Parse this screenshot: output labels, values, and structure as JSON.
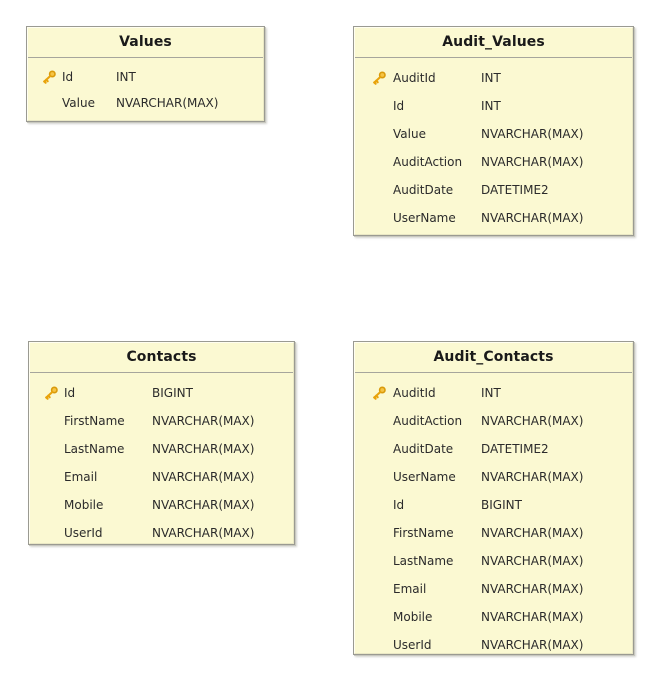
{
  "diagram": {
    "kind": "database-schema-erd",
    "background_color": "#ffffff",
    "entity_fill_color": "#fbf9d2",
    "entity_border_color": "#9a9a92",
    "key_icon_color": "#e8a30c",
    "text_color": "#2b2b2b",
    "title_color": "#1a1a1a",
    "primary_key_icon": "key-icon",
    "column_headers": [
      "name",
      "type"
    ],
    "entities": [
      {
        "id": "values",
        "title": "Values",
        "attributes": [
          {
            "name": "Id",
            "type": "INT",
            "primary_key": true
          },
          {
            "name": "Value",
            "type": "NVARCHAR(MAX)",
            "primary_key": false
          }
        ]
      },
      {
        "id": "audit-values",
        "title": "Audit_Values",
        "attributes": [
          {
            "name": "AuditId",
            "type": "INT",
            "primary_key": true
          },
          {
            "name": "Id",
            "type": "INT",
            "primary_key": false
          },
          {
            "name": "Value",
            "type": "NVARCHAR(MAX)",
            "primary_key": false
          },
          {
            "name": "AuditAction",
            "type": "NVARCHAR(MAX)",
            "primary_key": false
          },
          {
            "name": "AuditDate",
            "type": "DATETIME2",
            "primary_key": false
          },
          {
            "name": "UserName",
            "type": "NVARCHAR(MAX)",
            "primary_key": false
          }
        ]
      },
      {
        "id": "contacts",
        "title": "Contacts",
        "attributes": [
          {
            "name": "Id",
            "type": "BIGINT",
            "primary_key": true
          },
          {
            "name": "FirstName",
            "type": "NVARCHAR(MAX)",
            "primary_key": false
          },
          {
            "name": "LastName",
            "type": "NVARCHAR(MAX)",
            "primary_key": false
          },
          {
            "name": "Email",
            "type": "NVARCHAR(MAX)",
            "primary_key": false
          },
          {
            "name": "Mobile",
            "type": "NVARCHAR(MAX)",
            "primary_key": false
          },
          {
            "name": "UserId",
            "type": "NVARCHAR(MAX)",
            "primary_key": false
          }
        ]
      },
      {
        "id": "audit-contacts",
        "title": "Audit_Contacts",
        "attributes": [
          {
            "name": "AuditId",
            "type": "INT",
            "primary_key": true
          },
          {
            "name": "AuditAction",
            "type": "NVARCHAR(MAX)",
            "primary_key": false
          },
          {
            "name": "AuditDate",
            "type": "DATETIME2",
            "primary_key": false
          },
          {
            "name": "UserName",
            "type": "NVARCHAR(MAX)",
            "primary_key": false
          },
          {
            "name": "Id",
            "type": "BIGINT",
            "primary_key": false
          },
          {
            "name": "FirstName",
            "type": "NVARCHAR(MAX)",
            "primary_key": false
          },
          {
            "name": "LastName",
            "type": "NVARCHAR(MAX)",
            "primary_key": false
          },
          {
            "name": "Email",
            "type": "NVARCHAR(MAX)",
            "primary_key": false
          },
          {
            "name": "Mobile",
            "type": "NVARCHAR(MAX)",
            "primary_key": false
          },
          {
            "name": "UserId",
            "type": "NVARCHAR(MAX)",
            "primary_key": false
          }
        ]
      }
    ]
  }
}
